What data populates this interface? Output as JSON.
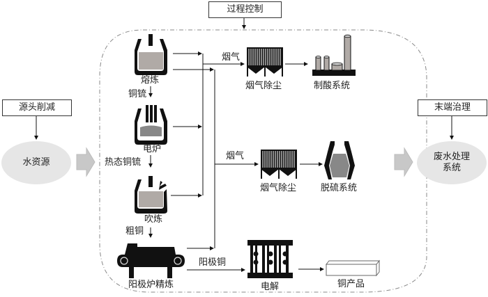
{
  "diagram": {
    "stages": {
      "source_reduction": "源头削减",
      "process_control": "过程控制",
      "end_treatment": "末端治理"
    },
    "inputs": {
      "water_resource": "水资源"
    },
    "outputs": {
      "wastewater_treatment_line1": "废水处理",
      "wastewater_treatment_line2": "系统"
    },
    "process_units": {
      "smelting": "熔炼",
      "electric_furnace": "电炉",
      "converting": "吹炼",
      "anode_refining": "阳极炉精炼",
      "dust_removal_1": "烟气除尘",
      "acid_plant": "制酸系统",
      "dust_removal_2": "烟气除尘",
      "desulfurization": "脱硫系统",
      "electrolysis": "电解",
      "copper_product": "铜产品"
    },
    "flow_labels": {
      "matte": "铜锍",
      "hot_matte": "热态铜锍",
      "blister_copper": "粗铜",
      "anode_copper": "阳极铜",
      "flue_gas_1": "烟气",
      "flue_gas_2": "烟气"
    },
    "colors": {
      "ellipse_fill": "#e6e6e6",
      "big_arrow_fill": "#c8c8c8",
      "melt_fill": "#b0aaa6",
      "equipment_black": "#111111",
      "dashdot_border": "#888888"
    }
  }
}
